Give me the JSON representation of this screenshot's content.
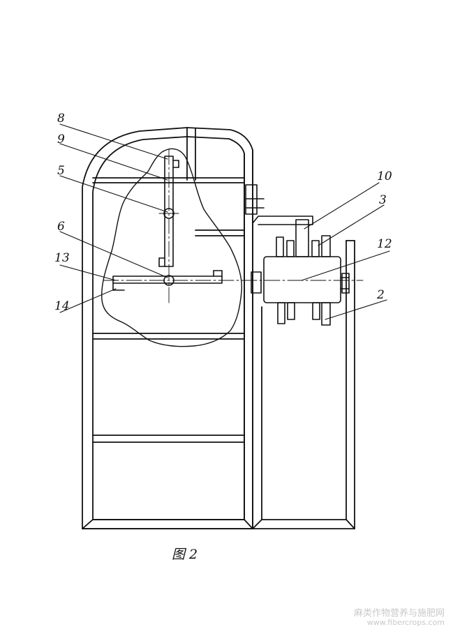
{
  "figure": {
    "caption": "图 2",
    "labels": [
      "8",
      "9",
      "5",
      "6",
      "13",
      "14",
      "10",
      "3",
      "12",
      "2"
    ]
  },
  "watermark": {
    "line1": "麻类作物营养与施肥网",
    "line2": "www.fibercrops.com"
  }
}
